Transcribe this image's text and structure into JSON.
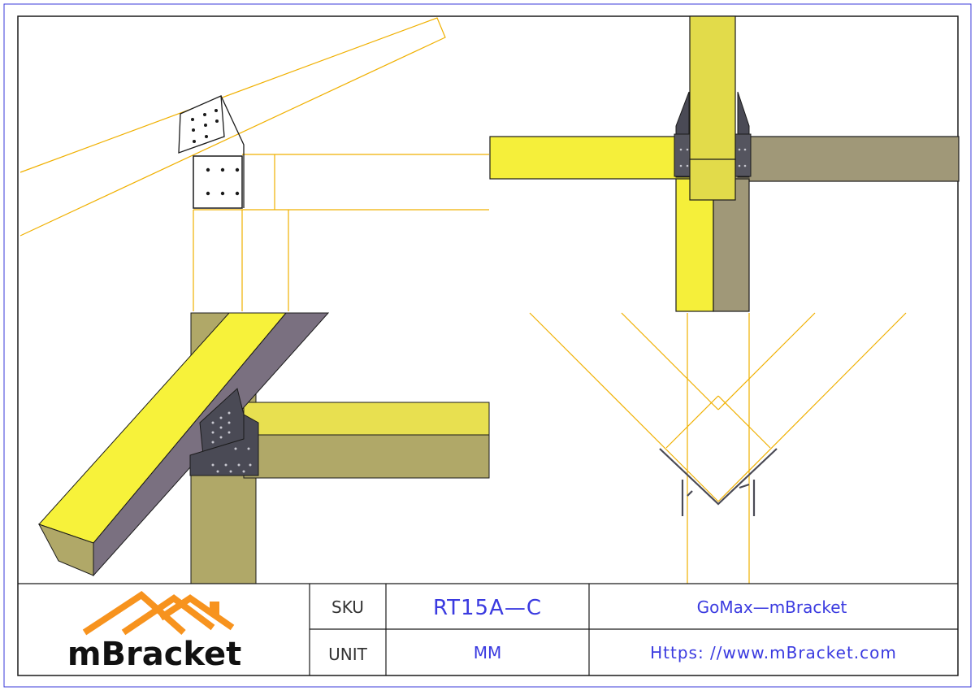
{
  "title_block": {
    "sku_label": "SKU",
    "sku_value": "RT15A—C",
    "product_name": "GoMax—mBracket",
    "unit_label": "UNIT",
    "unit_value": "MM",
    "website": "Https: //www.mBracket.com"
  },
  "logo": {
    "text": "mBracket",
    "icon": "house-roof-logo-icon"
  },
  "colors": {
    "border": "#3a3ad8",
    "frame": "#1a1a1a",
    "wireframe": "#f0b000",
    "wood_light": "#f5ef3a",
    "wood_mid": "#e2db4a",
    "wood_dark": "#a09878",
    "wood_shadow": "#7a7080",
    "wood_olive": "#b0a868",
    "bracket": "#4a4a55",
    "logo_orange": "#f7931e",
    "text_blue": "#3a3ae0"
  }
}
